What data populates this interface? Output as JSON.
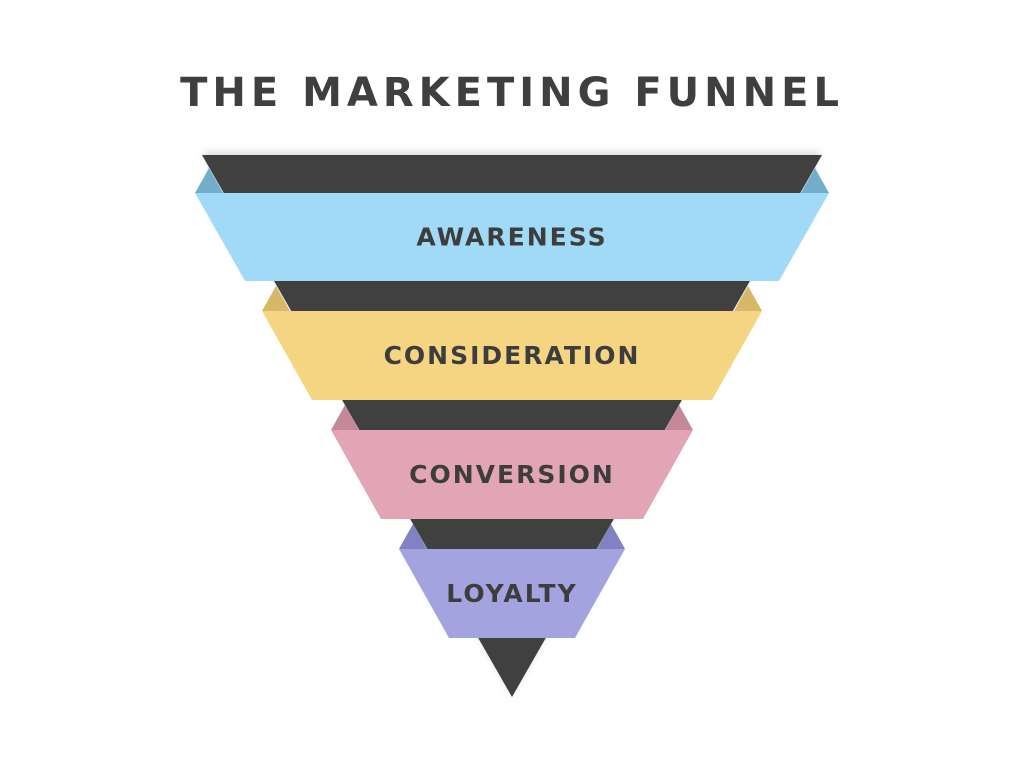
{
  "title": "THE MARKETING FUNNEL",
  "funnel_color": "#404040",
  "stages": [
    {
      "label": "AWARENESS",
      "color": "#A1DAF7",
      "fold_color": "#72AECB"
    },
    {
      "label": "CONSIDERATION",
      "color": "#F6D582",
      "fold_color": "#D6B868"
    },
    {
      "label": "CONVERSION",
      "color": "#E2A5B6",
      "fold_color": "#C48898"
    },
    {
      "label": "LOYALTY",
      "color": "#A3A3E0",
      "fold_color": "#8282C2"
    }
  ]
}
